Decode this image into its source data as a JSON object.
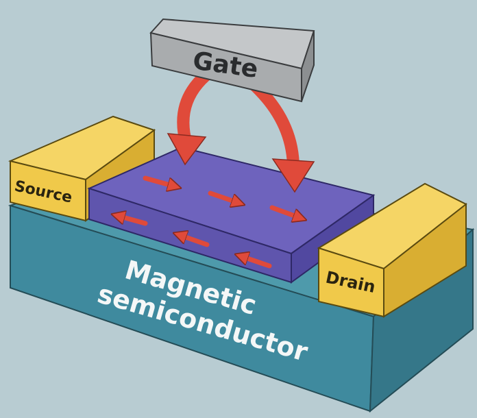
{
  "labels": {
    "gate": "Gate",
    "source": "Source",
    "drain": "Drain",
    "substrate_line1": "Magnetic",
    "substrate_line2": "semiconductor"
  },
  "colors": {
    "background": "#b8ccd2",
    "substrate": "#3f8a9e",
    "channel": "#6a5fb8",
    "contact": "#f0c94a",
    "gate": "#a9acae",
    "arrow": "#e04a3a"
  }
}
